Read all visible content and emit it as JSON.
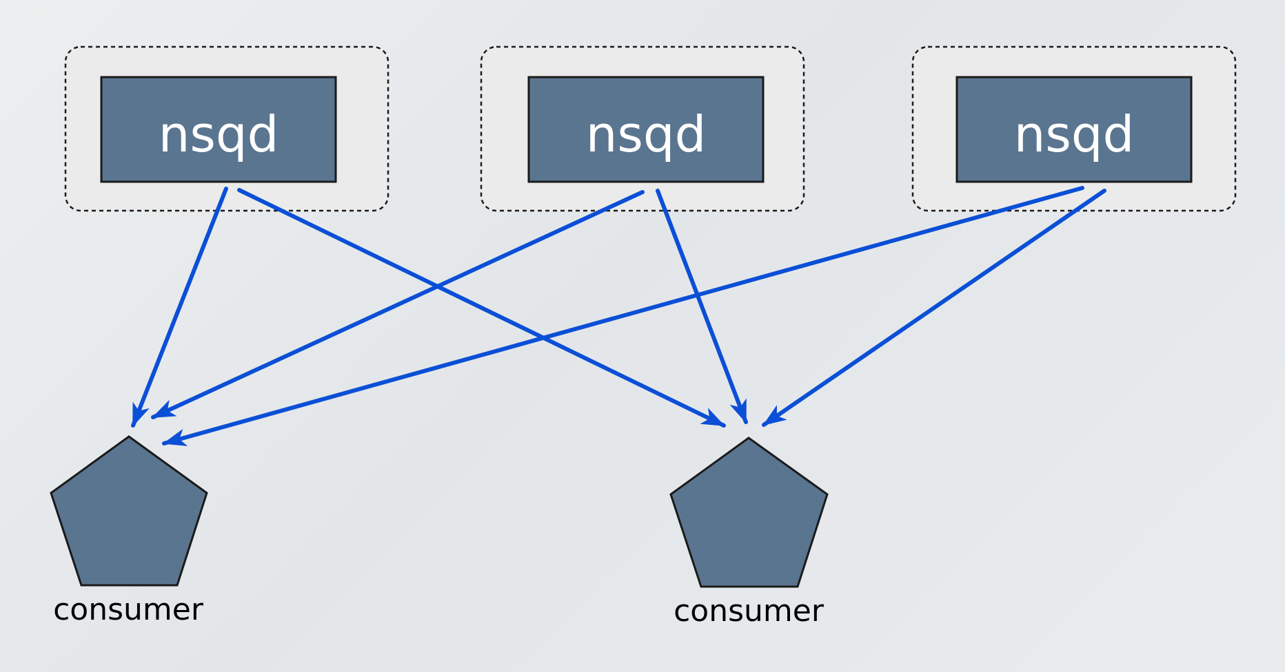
{
  "colors": {
    "background": "#e6e8ea",
    "node_fill": "#5a7590",
    "host_fill": "#ebebeb",
    "arrow": "#0b4fd6",
    "outline": "#1a1a1a"
  },
  "nsqd_nodes": [
    {
      "label": "nsqd"
    },
    {
      "label": "nsqd"
    },
    {
      "label": "nsqd"
    }
  ],
  "consumers": [
    {
      "label": "consumer"
    },
    {
      "label": "consumer"
    }
  ],
  "connections": [
    {
      "from": "nsqd-1",
      "to": "consumer-1"
    },
    {
      "from": "nsqd-1",
      "to": "consumer-2"
    },
    {
      "from": "nsqd-2",
      "to": "consumer-1"
    },
    {
      "from": "nsqd-2",
      "to": "consumer-2"
    },
    {
      "from": "nsqd-3",
      "to": "consumer-1"
    },
    {
      "from": "nsqd-3",
      "to": "consumer-2"
    }
  ]
}
